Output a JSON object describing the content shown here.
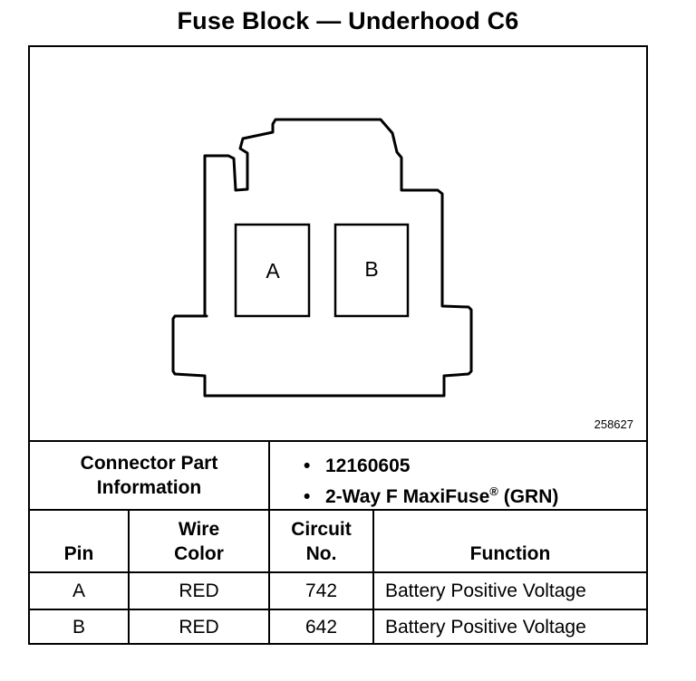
{
  "title": "Fuse Block — Underhood C6",
  "diagram": {
    "drawing_id": "258627",
    "cavities": [
      "A",
      "B"
    ]
  },
  "part_info": {
    "label_line1": "Connector Part",
    "label_line2": "Information",
    "part_number": "12160605",
    "description": "2-Way F MaxiFuse",
    "description_mark": "®",
    "description_suffix": "(GRN)"
  },
  "table": {
    "headers": {
      "pin": "Pin",
      "wire_color_line1": "Wire",
      "wire_color_line2": "Color",
      "circuit_line1": "Circuit",
      "circuit_line2": "No.",
      "function": "Function"
    },
    "rows": [
      {
        "pin": "A",
        "wire_color": "RED",
        "circuit": "742",
        "function": "Battery Positive Voltage"
      },
      {
        "pin": "B",
        "wire_color": "RED",
        "circuit": "642",
        "function": "Battery Positive Voltage"
      }
    ]
  }
}
